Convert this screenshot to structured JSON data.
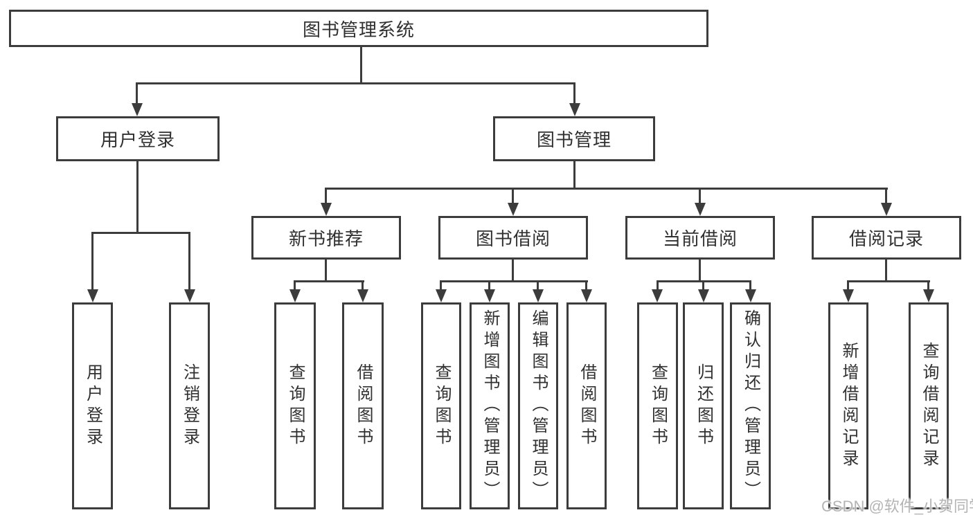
{
  "diagram": {
    "root": {
      "label": "图书管理系统"
    },
    "level2": [
      {
        "id": "user-login",
        "label": "用户登录"
      },
      {
        "id": "book-management",
        "label": "图书管理"
      }
    ],
    "level3": [
      {
        "id": "new-book-recommend",
        "label": "新书推荐"
      },
      {
        "id": "book-borrow",
        "label": "图书借阅"
      },
      {
        "id": "current-borrow",
        "label": "当前借阅"
      },
      {
        "id": "borrow-records",
        "label": "借阅记录"
      }
    ],
    "leaves": {
      "user_login": [
        {
          "label": "用户登录"
        },
        {
          "label": "注销登录"
        }
      ],
      "new_book": [
        {
          "label": "查询图书"
        },
        {
          "label": "借阅图书"
        }
      ],
      "book_borrow": [
        {
          "label": "查询图书"
        },
        {
          "label": "新增图书（管理员）"
        },
        {
          "label": "编辑图书（管理员）"
        },
        {
          "label": "借阅图书"
        }
      ],
      "current_borrow": [
        {
          "label": "查询图书"
        },
        {
          "label": "归还图书"
        },
        {
          "label": "确认归还（管理员）"
        }
      ],
      "borrow_records": [
        {
          "label": "新增借阅记录"
        },
        {
          "label": "查询借阅记录"
        }
      ]
    },
    "watermark": "CSDN @软件_小贺同学",
    "colors": {
      "line": "#3c3c3c",
      "text": "#303030",
      "background": "#ffffff",
      "watermark": "#b4b4b4"
    }
  }
}
